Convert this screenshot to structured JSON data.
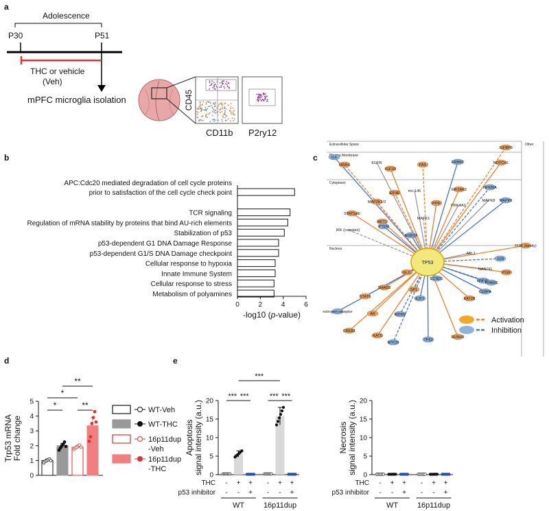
{
  "panels": {
    "a": "a",
    "b": "b",
    "c": "c",
    "d": "d",
    "e": "e"
  },
  "panel_a": {
    "period": "Adolescence",
    "start": "P30",
    "end": "P51",
    "treatment_line1": "THC or vehicle",
    "treatment_line2": "(Veh)",
    "isolation": "mPFC microglia isolation",
    "flow_y": "CD45",
    "flow_x": "CD11b",
    "flow_x2": "P2ry12"
  },
  "panel_c": {
    "legend_activation": "Activation",
    "legend_inhibition": "Inhibition",
    "compartments": [
      "Extracellular Space",
      "Plasma Membrane",
      "Cytoplasm",
      "Nucleus",
      "Other"
    ],
    "hub": "TP53",
    "colors": {
      "activation": "#ee7f2d",
      "inhibition": "#4472c4",
      "act_node": "#e8a060",
      "inh_node": "#8eb4dd",
      "hub": "#f3e87a"
    },
    "nodes": [
      {
        "label": "IL6",
        "type": "inh"
      },
      {
        "label": "HRAS",
        "type": "act"
      },
      {
        "label": "EGFR",
        "type": "none"
      },
      {
        "label": "IGF1R",
        "type": "act"
      },
      {
        "label": "FAS",
        "type": "act"
      },
      {
        "label": "ERBB2",
        "type": "inh"
      },
      {
        "label": "NOTCH1",
        "type": "act"
      },
      {
        "label": "IGFBP3",
        "type": "act"
      },
      {
        "label": "mir-145",
        "type": "none"
      },
      {
        "label": "EIF2AK3",
        "type": "act"
      },
      {
        "label": "NFKBIA",
        "type": "inh"
      },
      {
        "label": "MAPK8",
        "type": "none"
      },
      {
        "label": "MAPK9",
        "type": "inh"
      },
      {
        "label": "EIF4E",
        "type": "act"
      },
      {
        "label": "PPIF",
        "type": "act"
      },
      {
        "label": "PRKAA1",
        "type": "none"
      },
      {
        "label": "MAP2K1/2",
        "type": "act"
      },
      {
        "label": "STAT5a/b",
        "type": "act"
      },
      {
        "label": "AKT1",
        "type": "act"
      },
      {
        "label": "MAPK1",
        "type": "none"
      },
      {
        "label": "PTEN",
        "type": "inh"
      },
      {
        "label": "NGBS3",
        "type": "inh"
      },
      {
        "label": "IKK (complex)",
        "type": "none"
      },
      {
        "label": "PI3K (family)",
        "type": "act"
      },
      {
        "label": "ABL1",
        "type": "none"
      },
      {
        "label": "JUN",
        "type": "inh"
      },
      {
        "label": "NANOG",
        "type": "none"
      },
      {
        "label": "PGR",
        "type": "act"
      },
      {
        "label": "GLI1",
        "type": "act"
      },
      {
        "label": "CCND1",
        "type": "inh"
      },
      {
        "label": "HNF4A",
        "type": "inh"
      },
      {
        "label": "PPARG",
        "type": "inh"
      },
      {
        "label": "CEBPA",
        "type": "inh"
      },
      {
        "label": "SMAD3",
        "type": "act"
      },
      {
        "label": "SP1",
        "type": "act"
      },
      {
        "label": "E2F1",
        "type": "inh"
      },
      {
        "label": "KAT2B",
        "type": "act"
      },
      {
        "label": "STAT6",
        "type": "act"
      },
      {
        "label": "estrogen receptor",
        "type": "inh"
      },
      {
        "label": "AR",
        "type": "act"
      },
      {
        "label": "MDM2",
        "type": "inh"
      },
      {
        "label": "CREB1",
        "type": "act"
      },
      {
        "label": "KAT5",
        "type": "act"
      },
      {
        "label": "MYCN",
        "type": "inh"
      },
      {
        "label": "TP63",
        "type": "inh"
      },
      {
        "label": "RUNX3",
        "type": "act"
      }
    ]
  },
  "legend_d": [
    "WT-Veh",
    "WT-THC",
    "16p11dup\n-Veh",
    "16p11dup\n-THC"
  ],
  "chart_data": [
    {
      "panel": "b",
      "type": "bar",
      "orientation": "horizontal",
      "categories": [
        "APC:Cdc20 mediated degradation of cell cycle proteins\nprior to satisfaction of the cell cycle check point",
        "TCR signaling",
        "Regulation of mRNA stability by proteins that bind AU-rich elements",
        "Stabilization of p53",
        "p53-dependent G1 DNA Damage Response",
        "p53-dependent G1/S DNA Damage checkpoint",
        "Cellular response to hypoxia",
        "Innate Immune System",
        "Cellular response to stress",
        "Metabolism of polyamines"
      ],
      "values": [
        5.0,
        4.6,
        4.4,
        4.1,
        3.6,
        3.6,
        3.3,
        3.3,
        3.2,
        3.2
      ],
      "xlabel": "-log10 (p-value)",
      "xlim": [
        0,
        6
      ],
      "xticks": [
        "0",
        "2",
        "4",
        "6"
      ]
    },
    {
      "panel": "d",
      "type": "bar",
      "categories": [
        "WT-Veh",
        "WT-THC",
        "16p11dup-Veh",
        "16p11dup-THC"
      ],
      "values": [
        1.0,
        2.0,
        1.9,
        3.35
      ],
      "errors": [
        0.1,
        0.15,
        0.12,
        0.55
      ],
      "points": [
        [
          0.85,
          0.95,
          1.0,
          1.05,
          1.1,
          1.0
        ],
        [
          1.7,
          1.85,
          2.0,
          2.1,
          2.25,
          1.95
        ],
        [
          1.75,
          1.85,
          1.9,
          2.0,
          2.05,
          1.9
        ],
        [
          2.3,
          2.6,
          3.5,
          3.9,
          4.3,
          3.6
        ]
      ],
      "ylabel": "Trp53 mRNA\nFold change",
      "ylim": [
        0,
        5
      ],
      "yticks": [
        "0",
        "1",
        "2",
        "3",
        "4",
        "5"
      ],
      "significance": [
        "*",
        "*",
        "**",
        "**"
      ],
      "colors": [
        "#ffffff",
        "#999999",
        "#ffffff",
        "#f08080"
      ]
    },
    {
      "panel": "e-left",
      "type": "bar",
      "values": [
        0.2,
        5.6,
        0.1,
        0.2,
        15.8,
        0.1
      ],
      "ylabel": "Apoptosis\nsignal intensity (a.u.)",
      "ylim": [
        0,
        20
      ],
      "yticks": [
        "0",
        "5",
        "10",
        "15",
        "20"
      ],
      "row_labels": [
        "THC",
        "p53 inhibitor"
      ],
      "thc": [
        "-",
        "+",
        "+",
        "-",
        "+",
        "+"
      ],
      "p53": [
        "-",
        "-",
        "+",
        "-",
        "-",
        "+"
      ],
      "groups": [
        "WT",
        "16p11dup"
      ],
      "significance": [
        "***",
        "***",
        "***",
        "***",
        "***"
      ]
    },
    {
      "panel": "e-right",
      "type": "bar",
      "values": [
        0.1,
        0.1,
        0.1,
        0.1,
        0.1,
        0.1
      ],
      "ylabel": "Necrosis\nsignal intensity (a.u.)",
      "ylim": [
        0,
        20
      ],
      "yticks": [
        "0",
        "5",
        "10",
        "15",
        "20"
      ],
      "row_labels": [
        "THC",
        "p53 inhibitor"
      ],
      "thc": [
        "-",
        "+",
        "+",
        "-",
        "+",
        "+"
      ],
      "p53": [
        "-",
        "-",
        "+",
        "-",
        "-",
        "+"
      ],
      "groups": [
        "WT",
        "16p11dup"
      ]
    }
  ]
}
